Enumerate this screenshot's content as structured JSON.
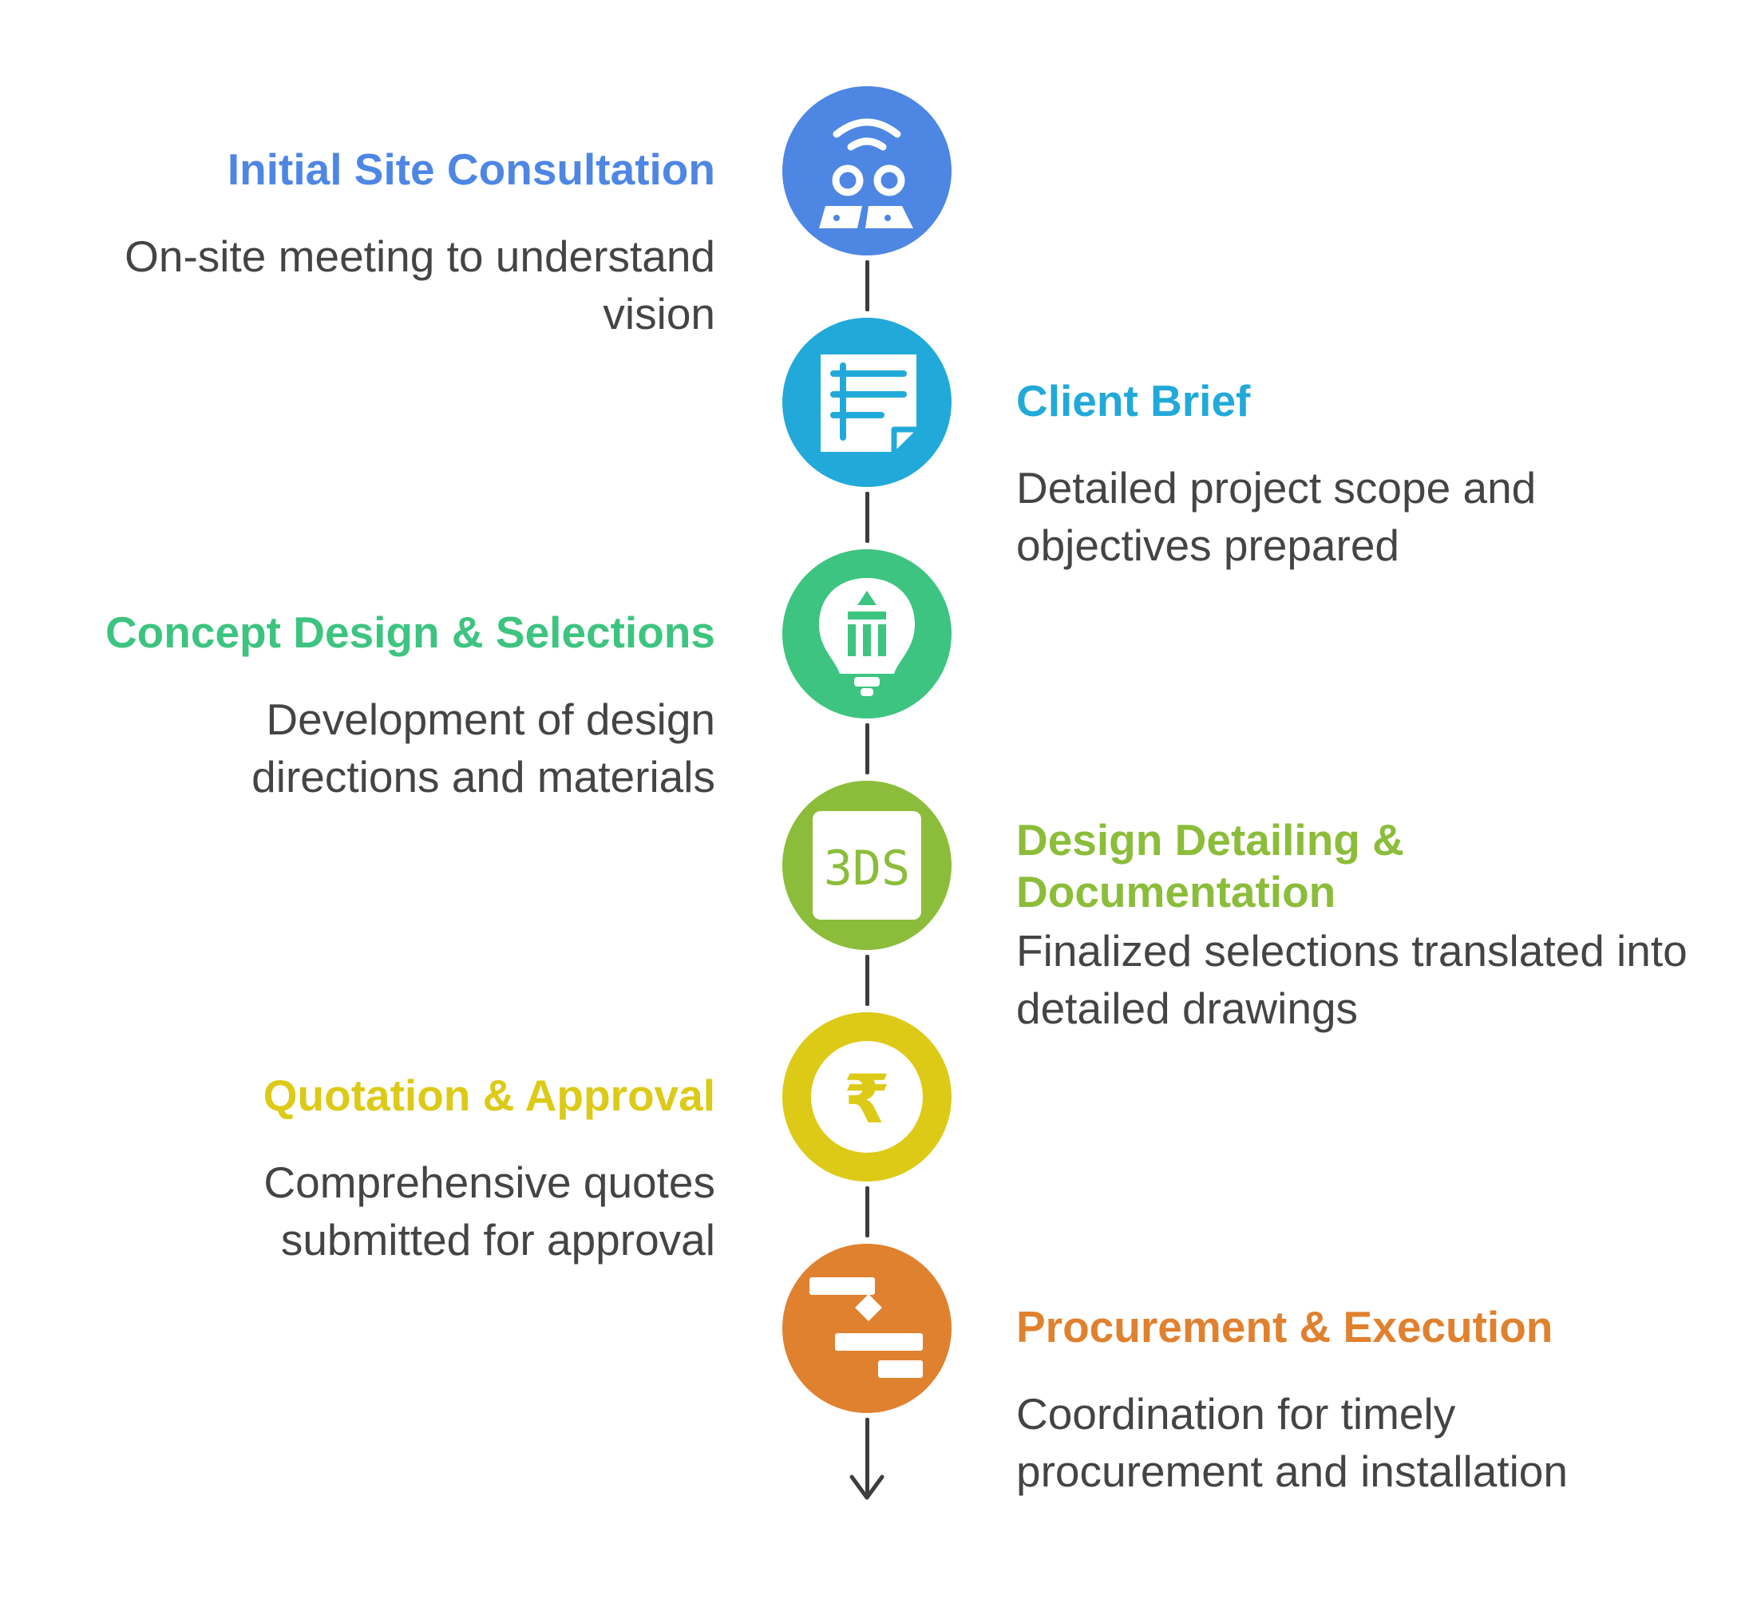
{
  "steps": [
    {
      "title": "Initial Site Consultation",
      "description": "On-site meeting to understand vision",
      "color": "#4e86e4",
      "icon": "meeting-icon"
    },
    {
      "title": "Client Brief",
      "description": "Detailed project scope and objectives prepared",
      "color": "#21a9d9",
      "icon": "document-icon"
    },
    {
      "title": "Concept Design & Selections",
      "description": "Development of design directions and materials",
      "color": "#3dc480",
      "icon": "lightbulb-pencil-icon"
    },
    {
      "title": "Design Detailing & Documentation",
      "description": "Finalized selections translated into detailed drawings",
      "color": "#8bbd3a",
      "icon": "3ds-file-icon",
      "icon_text": "3DS"
    },
    {
      "title": "Quotation & Approval",
      "description": "Comprehensive quotes submitted for approval",
      "color": "#dcca17",
      "icon": "rupee-icon",
      "icon_text": "₹"
    },
    {
      "title": "Procurement & Execution",
      "description": "Coordination for timely procurement and installation",
      "color": "#e0812f",
      "icon": "gantt-chart-icon"
    }
  ],
  "connector_color": "#3d3d3d"
}
